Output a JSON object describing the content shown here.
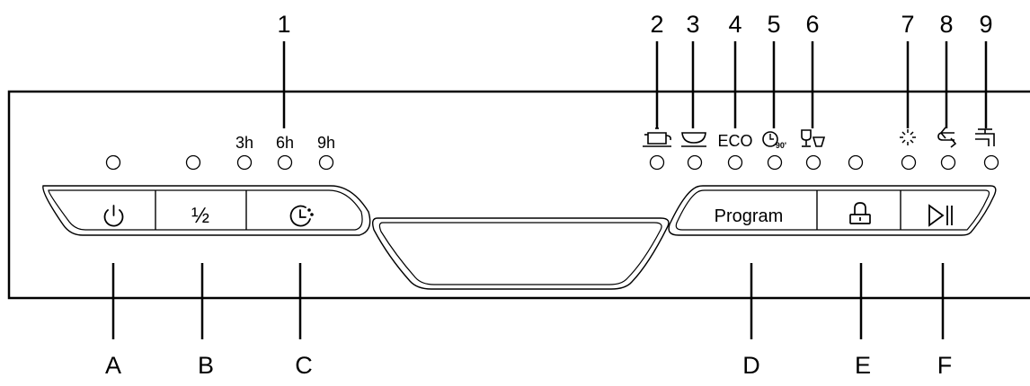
{
  "callouts_top": [
    "1",
    "2",
    "3",
    "4",
    "5",
    "6",
    "7",
    "8",
    "9"
  ],
  "callouts_bottom": [
    "A",
    "B",
    "C",
    "D",
    "E",
    "F"
  ],
  "delay_labels": [
    "3h",
    "6h",
    "9h"
  ],
  "eco_label": "ECO",
  "program_label": "Program",
  "half_load_label": "½",
  "rapid_icon_label": "90'",
  "icons": {
    "program_2": "intensive-pot-icon",
    "program_3": "normal-bowl-icon",
    "program_4": "eco-text-icon",
    "program_5": "rapid-90-clock-icon",
    "program_6": "glass-cup-icon",
    "indicator_7": "rinse-aid-sparkle-icon",
    "indicator_8": "salt-regeneration-icon",
    "indicator_9": "water-tap-icon",
    "button_a": "power-icon",
    "button_c": "delay-clock-icon",
    "button_e": "child-lock-icon",
    "button_f": "start-pause-icon"
  }
}
